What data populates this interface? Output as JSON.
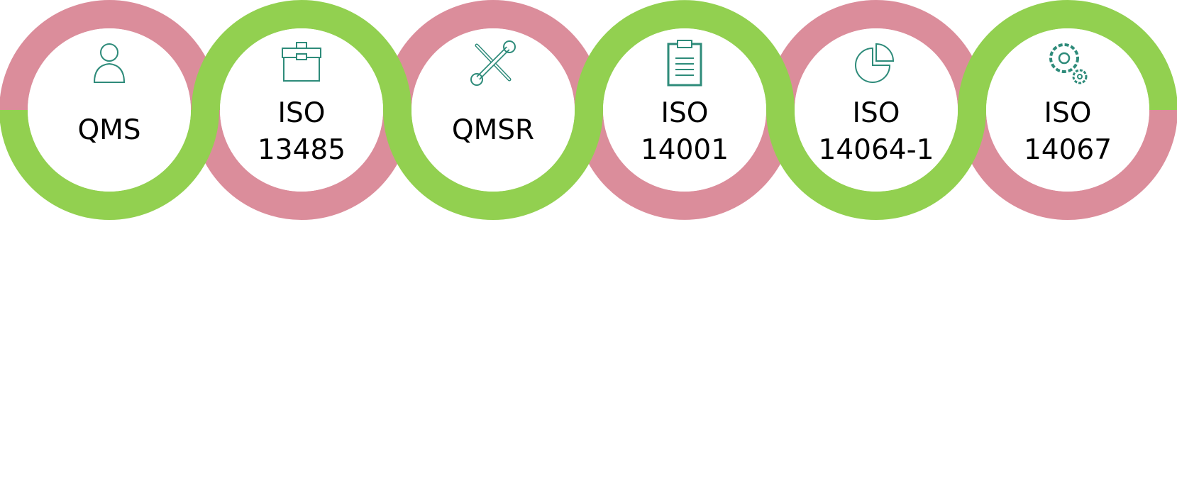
{
  "colors": {
    "pink": "#DB8D9B",
    "green": "#92D050",
    "icon": "#2E8B7A"
  },
  "items": [
    {
      "icon": "user-icon",
      "lines": [
        "QMS"
      ],
      "top_color": "pink",
      "bottom_color": "green"
    },
    {
      "icon": "toolbox-icon",
      "lines": [
        "ISO",
        "13485"
      ],
      "top_color": "green",
      "bottom_color": "pink"
    },
    {
      "icon": "tools-icon",
      "lines": [
        "QMSR"
      ],
      "top_color": "pink",
      "bottom_color": "green"
    },
    {
      "icon": "clipboard-icon",
      "lines": [
        "ISO",
        "14001"
      ],
      "top_color": "green",
      "bottom_color": "pink"
    },
    {
      "icon": "pie-chart-icon",
      "lines": [
        "ISO",
        "14064-1"
      ],
      "top_color": "pink",
      "bottom_color": "green"
    },
    {
      "icon": "gears-icon",
      "lines": [
        "ISO",
        "14067"
      ],
      "top_color": "green",
      "bottom_color": "pink"
    }
  ]
}
